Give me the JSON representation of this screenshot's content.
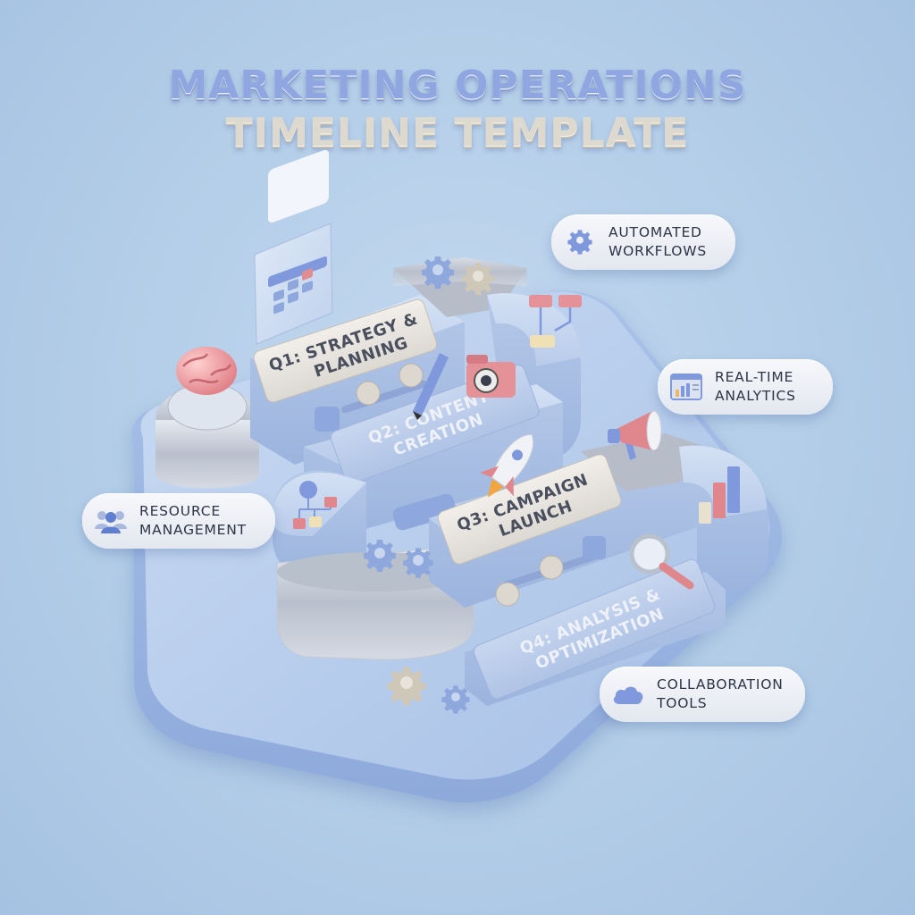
{
  "title": {
    "line1": "MARKETING OPERATIONS",
    "line2": "TIMELINE TEMPLATE"
  },
  "stages": [
    {
      "line1": "Q1: STRATEGY &",
      "line2": "PLANNING"
    },
    {
      "line1": "Q2: CONTENT",
      "line2": "CREATION"
    },
    {
      "line1": "Q3: CAMPAIGN",
      "line2": "LAUNCH"
    },
    {
      "line1": "Q4: ANALYSIS &",
      "line2": "OPTIMIZATION"
    }
  ],
  "callouts": {
    "automated_workflows": "AUTOMATED\nWORKFLOWS",
    "real_time_analytics": "REAL-TIME\nANALYTICS",
    "resource_management": "RESOURCE\nMANAGEMENT",
    "collaboration_tools": "COLLABORATION\nTOOLS"
  },
  "colors": {
    "background": "#b3cde8",
    "base": "#a9c4ea",
    "track": "#c6d6ee",
    "label_panel": "#e9e6e2",
    "accent_pink": "#e58a8a",
    "accent_blue": "#7d97dc"
  },
  "icons": [
    "calendar-icon",
    "brain-icon",
    "gear-icon",
    "flowchart-icon",
    "pen-icon",
    "camera-icon",
    "rocket-icon",
    "megaphone-icon",
    "bar-chart-icon",
    "magnifier-icon",
    "org-chart-icon",
    "team-icon",
    "analytics-window-icon",
    "cloud-icon"
  ]
}
